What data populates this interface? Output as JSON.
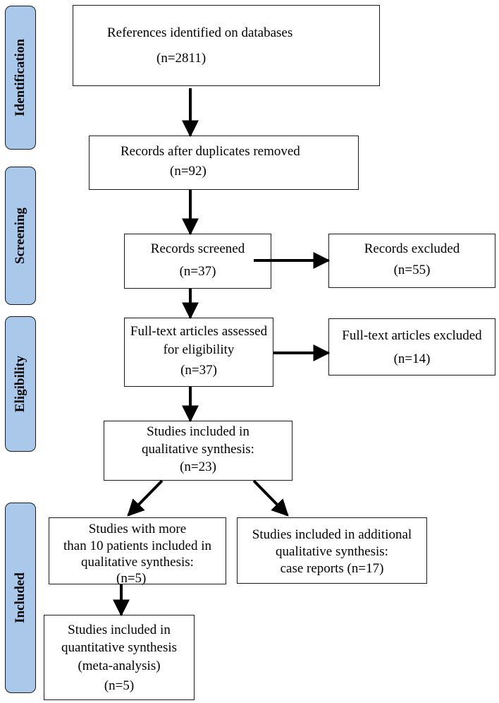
{
  "phases": {
    "identification": "Identification",
    "screening": "Screening",
    "eligibility": "Eligibility",
    "included": "Included"
  },
  "boxes": {
    "identified": {
      "line1": "References identified on databases",
      "line2": "(n=2811)"
    },
    "deduplicated": {
      "line1": "Records after duplicates removed",
      "line2": "(n=92)"
    },
    "screened": {
      "line1": "Records screened",
      "line2": "(n=37)"
    },
    "excluded": {
      "line1": "Records excluded",
      "line2": "(n=55)"
    },
    "fulltext_assessed": {
      "line1": "Full-text articles assessed",
      "line2": "for eligibility",
      "line3": "(n=37)"
    },
    "fulltext_excluded": {
      "line1": "Full-text articles excluded",
      "line2": "(n=14)"
    },
    "qualitative": {
      "line1": "Studies included in",
      "line2": "qualitative synthesis:",
      "line3": "(n=23)"
    },
    "more_than_10": {
      "line1": "Studies with more",
      "line2": "than 10 patients included in",
      "line3": "qualitative synthesis:",
      "line4": "(n=5)"
    },
    "case_reports": {
      "line1": "Studies included in additional",
      "line2": "qualitative synthesis:",
      "line3": "case reports (n=17)"
    },
    "quantitative": {
      "line1": "Studies included in",
      "line2": "quantitative synthesis",
      "line3": "(meta-analysis)",
      "line4": "(n=5)"
    }
  },
  "colors": {
    "phase_fill": "#a9c8ea",
    "stroke": "#1a1a1a"
  }
}
